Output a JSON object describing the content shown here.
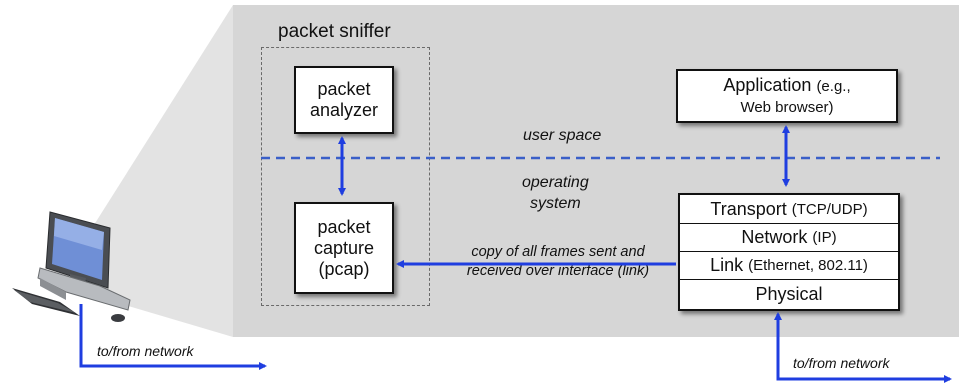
{
  "sniffer": {
    "title": "packet sniffer",
    "analyzer_line1": "packet",
    "analyzer_line2": "analyzer",
    "capture_line1": "packet",
    "capture_line2": "capture",
    "capture_line3": "(pcap)"
  },
  "application": {
    "main": "Application",
    "note1": "(e.g.,",
    "note2": "Web browser)"
  },
  "labels": {
    "user_space": "user space",
    "os_line1": "operating",
    "os_line2": "system",
    "copy_line1": "copy of all frames sent and",
    "copy_line2": "received over interface (link)",
    "to_from_left": "to/from network",
    "to_from_right": "to/from network"
  },
  "stack": {
    "transport_main": "Transport",
    "transport_note": "(TCP/UDP)",
    "network_main": "Network",
    "network_note": "(IP)",
    "link_main": "Link",
    "link_note": "(Ethernet, 802.11)",
    "physical": "Physical"
  },
  "colors": {
    "arrow": "#1f3ee0",
    "dashed_line": "#3a5fc8",
    "panel": "#d6d6d6"
  }
}
